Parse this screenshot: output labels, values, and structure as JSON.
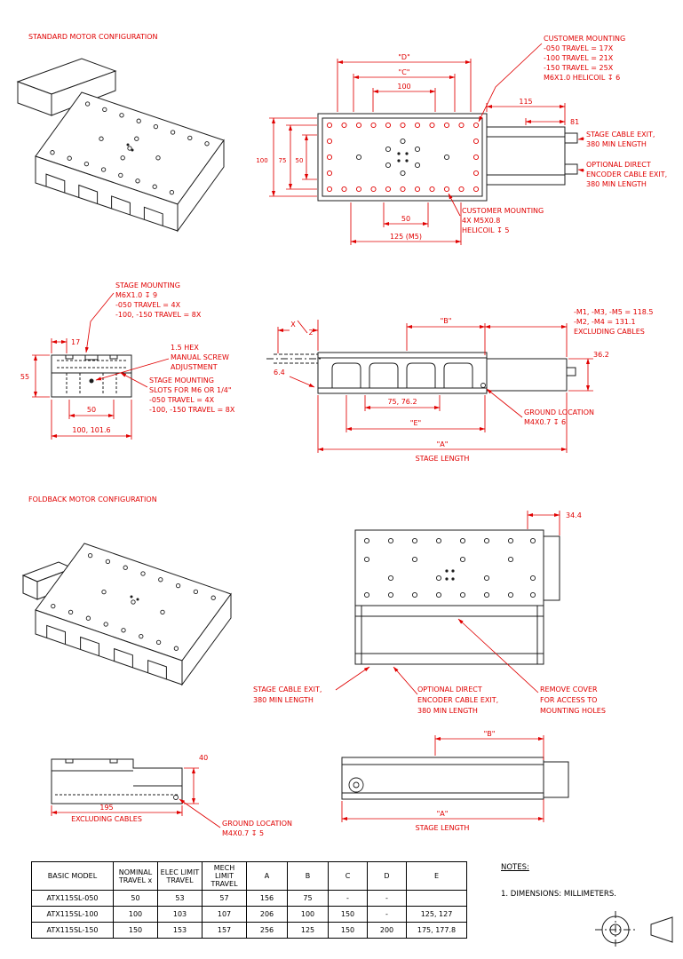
{
  "titles": {
    "standard": "STANDARD MOTOR CONFIGURATION",
    "foldback": "FOLDBACK MOTOR CONFIGURATION"
  },
  "colors": {
    "annotation_red": "#e00000",
    "linework_black": "#1c1c1c"
  },
  "std_top": {
    "customer_mounting_top": [
      "CUSTOMER MOUNTING",
      "-050 TRAVEL = 17X",
      "-100 TRAVEL = 21X",
      "-150 TRAVEL = 25X",
      "M6X1.0 HELICOIL ↧ 6"
    ],
    "dim_115": "115",
    "dim_81": "81",
    "stage_cable": [
      "STAGE CABLE EXIT,",
      "380 MIN LENGTH"
    ],
    "encoder_cable": [
      "OPTIONAL DIRECT",
      "ENCODER CABLE EXIT,",
      "380 MIN LENGTH"
    ],
    "dim_d": "\"D\"",
    "dim_c": "\"C\"",
    "dim_100h": "100",
    "dim_100v": "100",
    "dim_75v": "75",
    "dim_50v": "50",
    "dim_50b": "50",
    "dim_125": "125 (M5)",
    "customer_mounting_bottom": [
      "CUSTOMER MOUNTING",
      "4X M5X0.8",
      "HELICOIL ↧ 5"
    ]
  },
  "std_section": {
    "stage_mounting_top": [
      "STAGE MOUNTING",
      "M6X1.0 ↧ 9",
      "-050 TRAVEL = 4X",
      "-100, -150 TRAVEL = 8X"
    ],
    "dim_17": "17",
    "dim_55": "55",
    "hex_adjust": [
      "1.5 HEX",
      "MANUAL SCREW",
      "ADJUSTMENT"
    ],
    "mounting_slots": [
      "STAGE MOUNTING",
      "SLOTS FOR M6 OR 1/4\"",
      "-050 TRAVEL = 4X",
      "-100, -150  TRAVEL = 8X"
    ],
    "dim_50": "50",
    "dim_100": "100, 101.6"
  },
  "std_side": {
    "x_over_2": {
      "num": "X",
      "den": "2"
    },
    "dim_b": "\"B\"",
    "m_lengths": [
      "-M1, -M3, -M5 = 118.5",
      "-M2, -M4 = 131.1",
      "EXCLUDING CABLES"
    ],
    "dim_36_2": "36.2",
    "dim_6_4": "6.4",
    "dim_75_76": "75, 76.2",
    "dim_e": "\"E\"",
    "ground": [
      "GROUND LOCATION",
      "M4X0.7 ↧ 6"
    ],
    "dim_a": "\"A\"",
    "stage_length": "STAGE LENGTH"
  },
  "fold_top": {
    "dim_34_4": "34.4",
    "stage_cable": [
      "STAGE CABLE EXIT,",
      "380 MIN LENGTH"
    ],
    "encoder_cable": [
      "OPTIONAL DIRECT",
      "ENCODER CABLE EXIT,",
      "380 MIN LENGTH"
    ],
    "remove_cover": [
      "REMOVE COVER",
      "FOR ACCESS TO",
      "MOUNTING HOLES"
    ]
  },
  "fold_side_small": {
    "dim_40": "40",
    "dim_195": "195",
    "excluding_cables": "EXCLUDING CABLES",
    "ground": [
      "GROUND LOCATION",
      "M4X0.7 ↧ 5"
    ]
  },
  "fold_side": {
    "dim_b": "\"B\"",
    "dim_a": "\"A\"",
    "stage_length": "STAGE LENGTH"
  },
  "table": {
    "headers": [
      "BASIC MODEL",
      "NOMINAL TRAVEL x",
      "ELEC LIMIT TRAVEL",
      "MECH LIMIT TRAVEL",
      "A",
      "B",
      "C",
      "D",
      "E"
    ],
    "rows": [
      [
        "ATX115SL-050",
        "50",
        "53",
        "57",
        "156",
        "75",
        "-",
        "-",
        ""
      ],
      [
        "ATX115SL-100",
        "100",
        "103",
        "107",
        "206",
        "100",
        "150",
        "-",
        "125, 127"
      ],
      [
        "ATX115SL-150",
        "150",
        "153",
        "157",
        "256",
        "125",
        "150",
        "200",
        "175, 177.8"
      ]
    ]
  },
  "notes": {
    "heading": "NOTES:",
    "note1": "1. DIMENSIONS: MILLIMETERS."
  }
}
